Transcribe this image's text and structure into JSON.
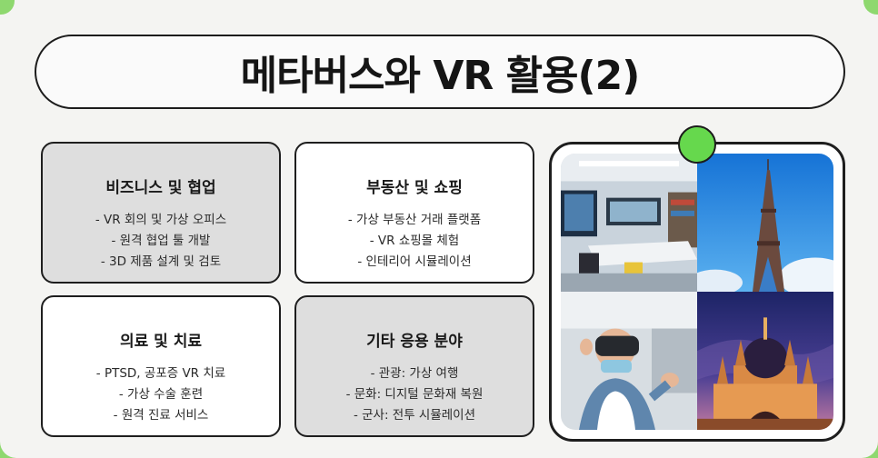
{
  "title": "메타버스와 VR 활용(2)",
  "cards": {
    "business": {
      "heading": "비즈니스 및 협업",
      "items": [
        "- VR 회의 및 가상 오피스",
        "- 원격 협업 툴 개발",
        "- 3D 제품 설계 및 검토"
      ]
    },
    "realestate": {
      "heading": "부동산 및 쇼핑",
      "items": [
        "- 가상 부동산 거래 플랫폼",
        "- VR 쇼핑몰 체험",
        "- 인테리어 시뮬레이션"
      ]
    },
    "medical": {
      "heading": "의료 및 치료",
      "items": [
        "- PTSD, 공포증 VR 치료",
        "- 가상 수술 훈련",
        "- 원격 진료 서비스"
      ]
    },
    "other": {
      "heading": "기타 응용 분야",
      "items": [
        "- 관광: 가상 여행",
        "- 문화: 디지털 문화재 복원",
        "- 군사: 전투 시뮬레이션"
      ]
    }
  },
  "colors": {
    "background_frame": "#8ed86f",
    "accent_dot": "#66d84d",
    "card_gray": "#dedede",
    "card_white": "#ffffff"
  },
  "images": [
    "virtual-office-photo",
    "eiffel-tower-photo",
    "vr-headset-doctor-photo",
    "cathedral-night-photo"
  ]
}
